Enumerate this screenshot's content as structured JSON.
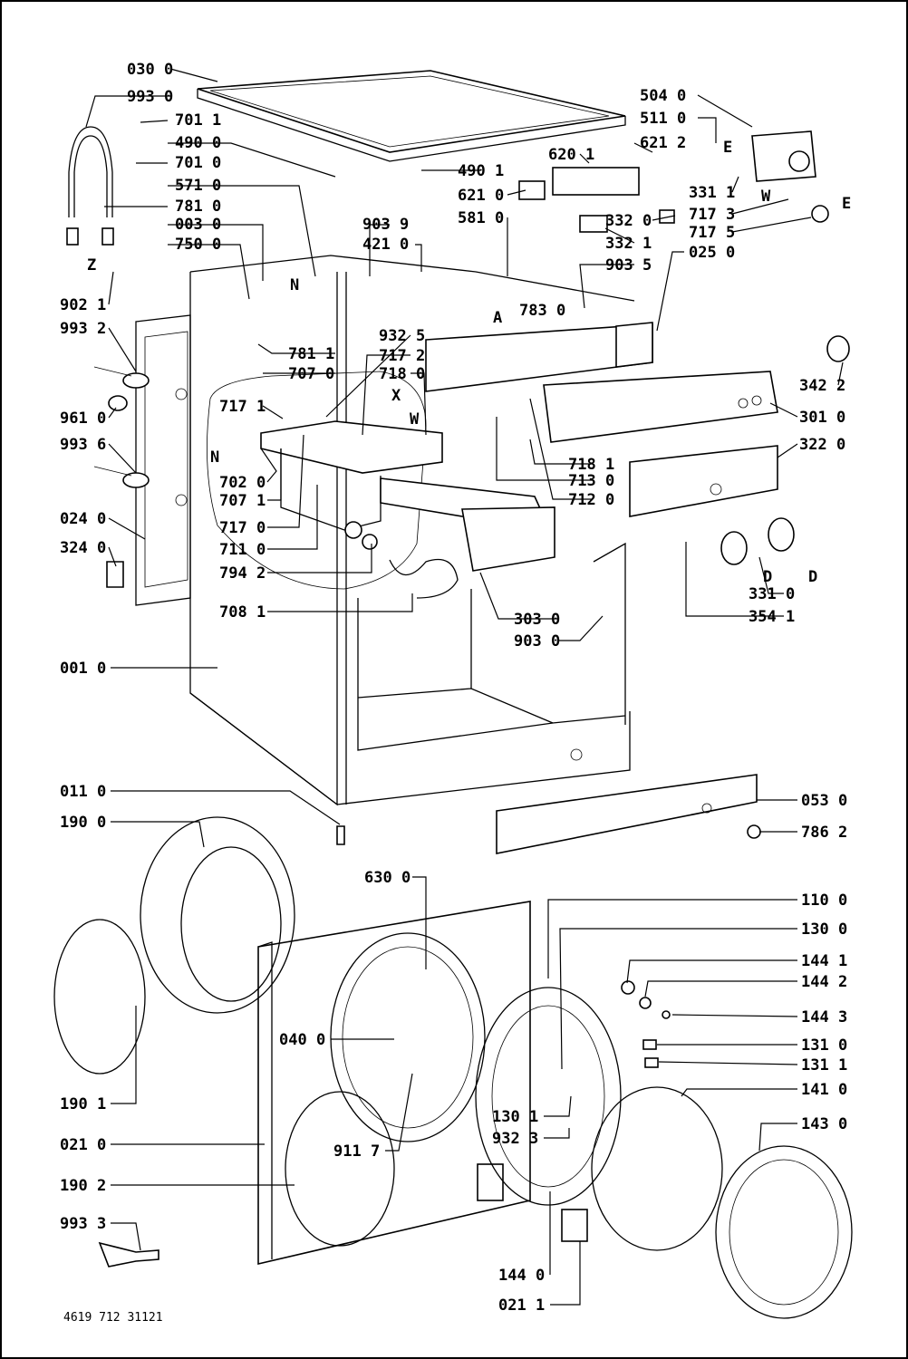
{
  "document_number": "4619 712 31121",
  "markers": [
    "Z",
    "N",
    "N",
    "A",
    "X",
    "W",
    "W",
    "E",
    "E",
    "D",
    "D"
  ],
  "labels": [
    "030 0",
    "993 0",
    "701 1",
    "490 0",
    "701 0",
    "571 0",
    "781 0",
    "003 0",
    "750 0",
    "902 1",
    "993 2",
    "961 0",
    "993 6",
    "024 0",
    "324 0",
    "001 0",
    "781 1",
    "707 0",
    "717 1",
    "702 0",
    "707 1",
    "717 0",
    "711 0",
    "794 2",
    "708 1",
    "903 9",
    "421 0",
    "932 5",
    "717 2",
    "718 0",
    "490 1",
    "620 1",
    "621 2",
    "621 0",
    "581 0",
    "332 0",
    "332 1",
    "903 5",
    "783 0",
    "504 0",
    "511 0",
    "331 1",
    "717 3",
    "717 5",
    "025 0",
    "342 2",
    "301 0",
    "322 0",
    "718 1",
    "713 0",
    "712 0",
    "303 0",
    "903 0",
    "331 0",
    "354 1",
    "011 0",
    "190 0",
    "053 0",
    "786 2",
    "630 0",
    "110 0",
    "130 0",
    "144 1",
    "144 2",
    "144 3",
    "131 0",
    "131 1",
    "141 0",
    "143 0",
    "040 0",
    "190 1",
    "021 0",
    "911 7",
    "130 1",
    "932 3",
    "190 2",
    "993 3",
    "144 0",
    "021 1"
  ]
}
